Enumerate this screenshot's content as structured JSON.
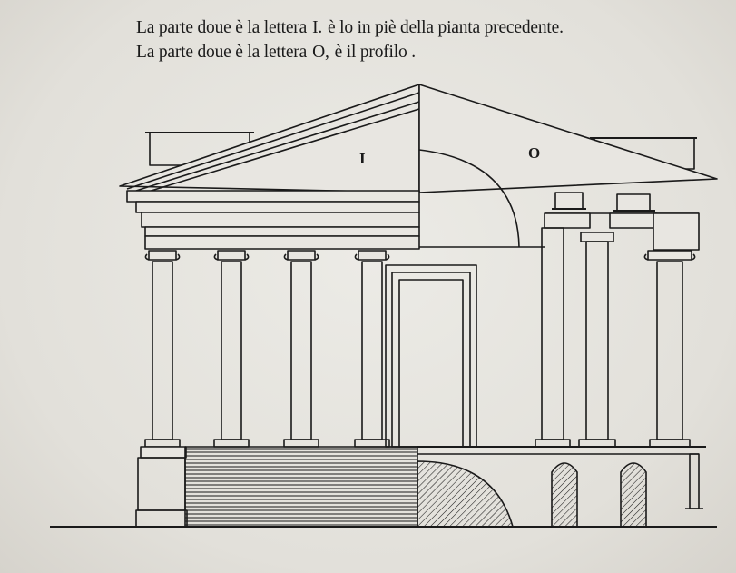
{
  "caption": {
    "line1_a": "La parte doue è la lettera",
    "line1_letter": "I.",
    "line1_b": "è lo in piè della pianta precedente.",
    "line2_a": "La parte doue è la lettera",
    "line2_letter": "O,",
    "line2_b": "è il profilo ."
  },
  "figure": {
    "label_section": "I",
    "label_profile": "O"
  },
  "colors": {
    "paper": "#e4e2dd",
    "ink": "#1a1a1a"
  }
}
